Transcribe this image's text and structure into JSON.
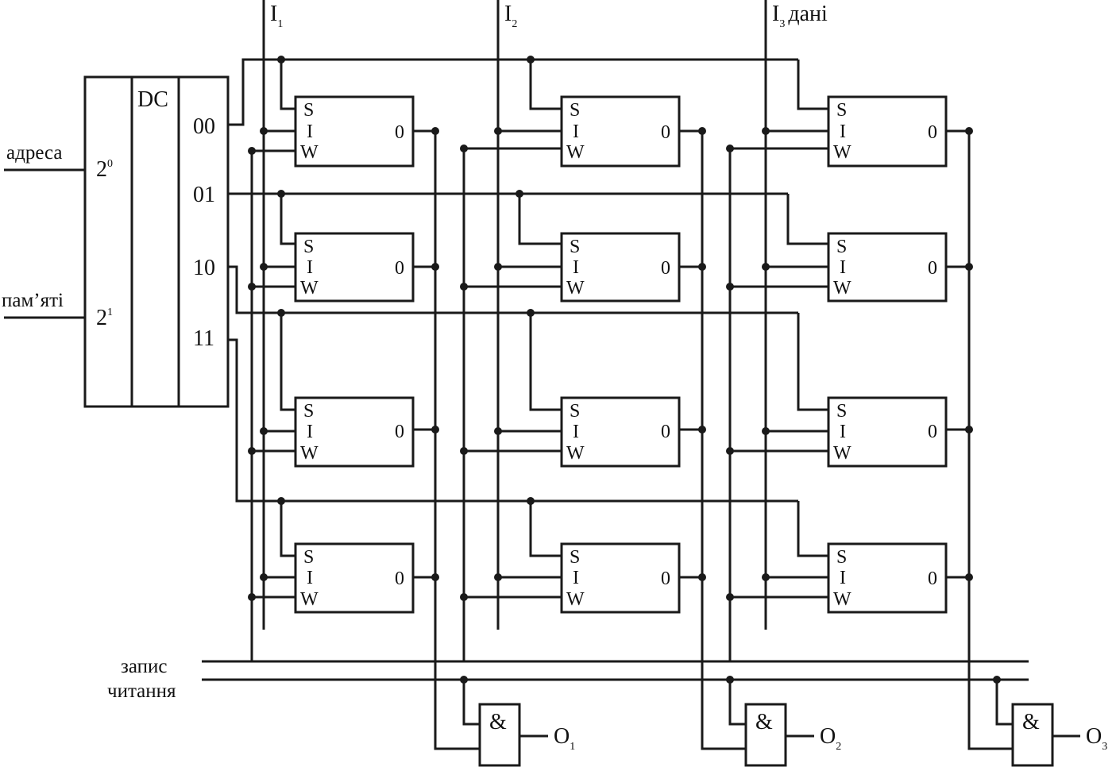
{
  "inputs": {
    "i1": {
      "letter": "I",
      "sub": "1"
    },
    "i2": {
      "letter": "I",
      "sub": "2"
    },
    "i3": {
      "letter": "I",
      "sub": "3",
      "suffix": "дані"
    }
  },
  "address": {
    "line1": "адреса",
    "line2": "пам’яті"
  },
  "decoder": {
    "label": "DC",
    "in0": {
      "base": "2",
      "exp": "0"
    },
    "in1": {
      "base": "2",
      "exp": "1"
    },
    "outputs": [
      "00",
      "01",
      "10",
      "11"
    ]
  },
  "cell": {
    "s": "S",
    "i": "I",
    "w": "W",
    "o": "0"
  },
  "bus": {
    "write": "запис",
    "read": "читання"
  },
  "gate": {
    "symbol": "&"
  },
  "outputs": [
    {
      "letter": "O",
      "sub": "1"
    },
    {
      "letter": "O",
      "sub": "2"
    },
    {
      "letter": "O",
      "sub": "3"
    }
  ]
}
